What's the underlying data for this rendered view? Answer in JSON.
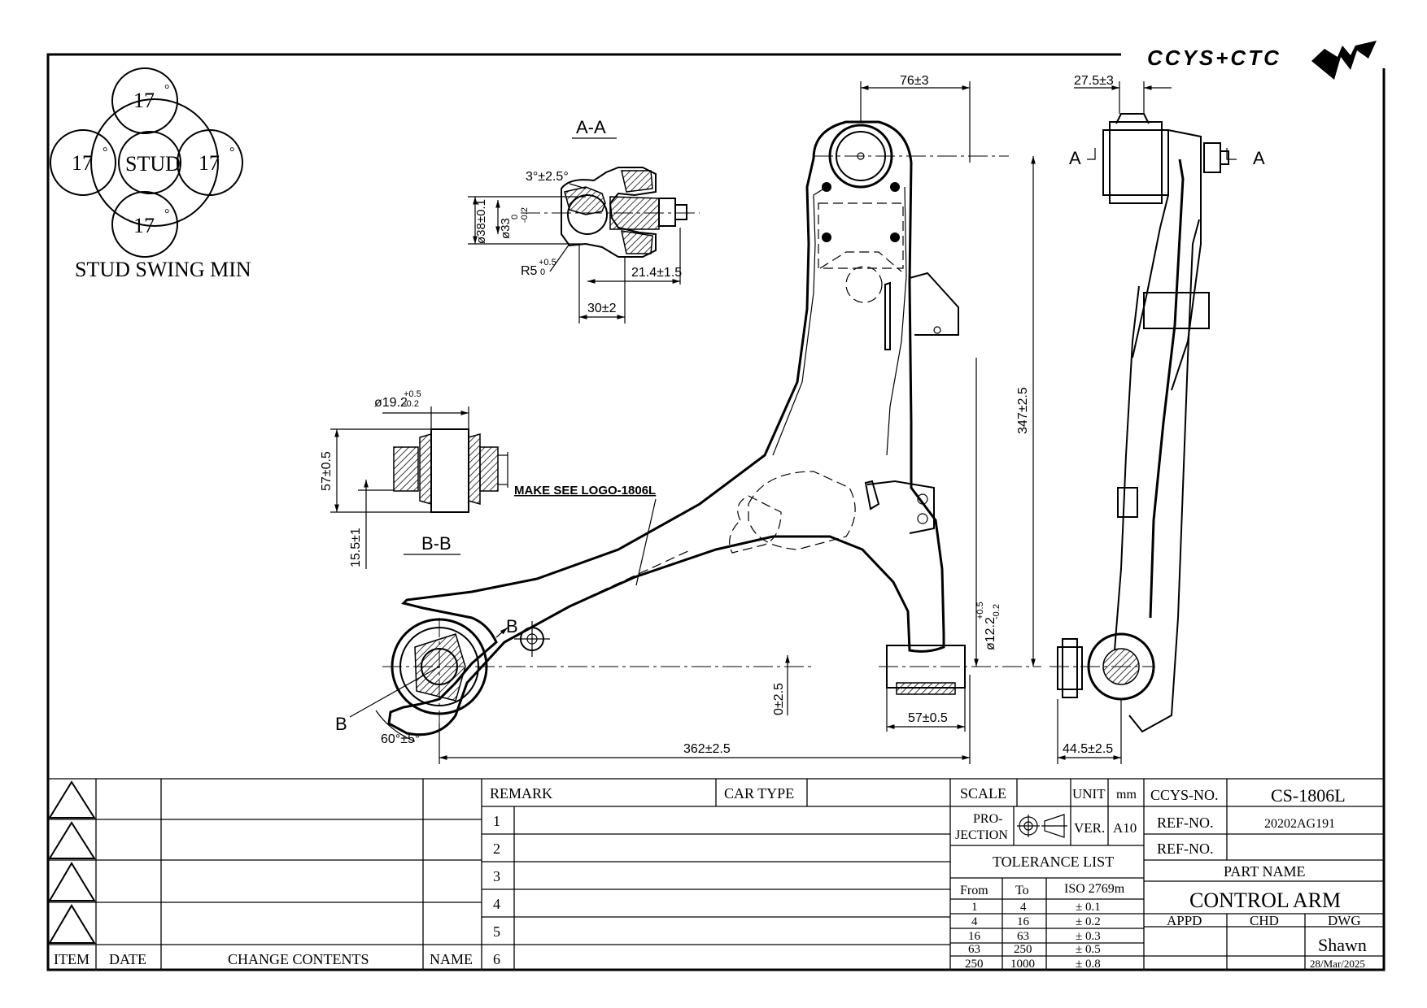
{
  "brand": {
    "logo_text": "CCYS+CTC"
  },
  "stud_swing": {
    "values": [
      "17",
      "17",
      "17",
      "17"
    ],
    "center": "STUD",
    "caption": "STUD SWING MIN"
  },
  "section_aa": {
    "label": "A-A",
    "dims": {
      "angle": "3°±2.5°",
      "d38": "ø38±0.1",
      "d33": "ø33",
      "d33_tol_upper": "0",
      "d33_tol_lower": "-0.2",
      "r5": "R5",
      "r5_tol_upper": "+0.5",
      "r5_tol_lower": "0",
      "len21": "21.4±1.5",
      "len30": "30±2"
    }
  },
  "section_bb": {
    "label": "B-B",
    "dims": {
      "d19": "ø19.2",
      "d19_tol_upper": "+0.5",
      "d19_tol_lower": "-0.2",
      "h57": "57±0.5",
      "h15": "15.5±1"
    }
  },
  "main_view": {
    "make_note": "MAKE SEE LOGO-1806L",
    "dims": {
      "top76": "76±3",
      "h347": "347±2.5",
      "d12": "ø12.2",
      "d12_tol_upper": "+0.5",
      "d12_tol_lower": "-0.2",
      "w57": "57±0.5",
      "off0": "0±2.5",
      "len362": "362±2.5",
      "ang60": "60°±5°"
    },
    "labels": {
      "b_upper": "B",
      "b_lower": "B"
    }
  },
  "side_view": {
    "dims": {
      "top27": "27.5±3",
      "bot44": "44.5±2.5"
    },
    "labels": {
      "a_left": "A",
      "a_right": "A"
    }
  },
  "revision_table": {
    "headers": {
      "item": "ITEM",
      "date": "DATE",
      "change": "CHANGE CONTENTS",
      "name": "NAME"
    }
  },
  "remarks": {
    "remark_label": "REMARK",
    "car_type_label": "CAR TYPE",
    "rows": [
      "1",
      "2",
      "3",
      "4",
      "5",
      "6"
    ]
  },
  "title_block": {
    "scale_label": "SCALE",
    "unit_label": "UNIT",
    "unit_value": "mm",
    "projection_label_1": "PRO-",
    "projection_label_2": "JECTION",
    "ver_label": "VER.",
    "ver_value": "A10",
    "tolerance_title": "TOLERANCE LIST",
    "tolerance_headers": [
      "From",
      "To",
      "ISO 2769m"
    ],
    "tolerance_rows": [
      [
        "1",
        "4",
        "± 0.1"
      ],
      [
        "4",
        "16",
        "± 0.2"
      ],
      [
        "16",
        "63",
        "± 0.3"
      ],
      [
        "63",
        "250",
        "± 0.5"
      ],
      [
        "250",
        "1000",
        "± 0.8"
      ]
    ],
    "ccys_no_label": "CCYS-NO.",
    "ccys_no_value": "CS-1806L",
    "ref_no_label_1": "REF-NO.",
    "ref_no_value_1": "20202AG191",
    "ref_no_label_2": "REF-NO.",
    "ref_no_value_2": "",
    "part_name_label": "PART NAME",
    "part_name_value": "CONTROL ARM",
    "appd_label": "APPD",
    "chd_label": "CHD",
    "dwg_label": "DWG",
    "dwg_name": "Shawn",
    "dwg_date": "28/Mar/2025"
  }
}
